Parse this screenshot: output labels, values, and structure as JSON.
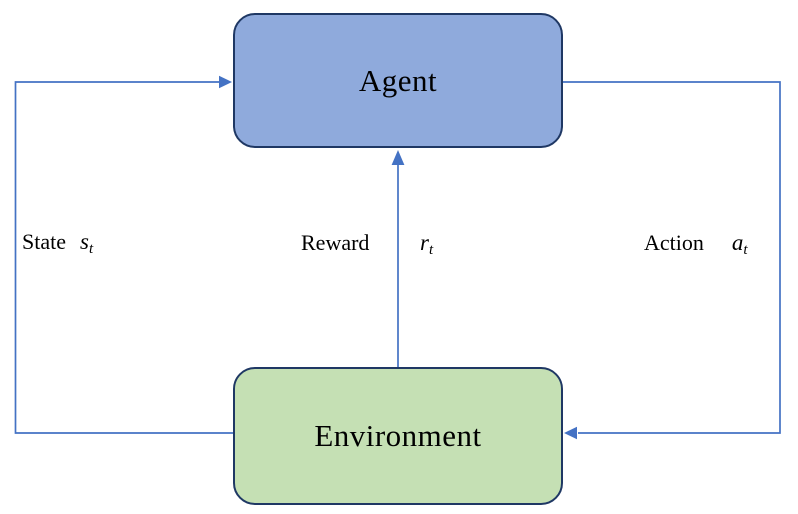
{
  "diagram": {
    "title": "agent-environment reinforcement learning loop",
    "nodes": {
      "agent": {
        "label": "Agent"
      },
      "environment": {
        "label": "Environment"
      }
    },
    "edges": {
      "state": {
        "label": "State",
        "symbol": "s",
        "subscript": "t",
        "from": "environment",
        "to": "agent"
      },
      "reward": {
        "label": "Reward",
        "symbol": "r",
        "subscript": "t",
        "from": "environment",
        "to": "agent"
      },
      "action": {
        "label": "Action",
        "symbol": "a",
        "subscript": "t",
        "from": "agent",
        "to": "environment"
      }
    },
    "colors": {
      "agent_fill": "#8faadc",
      "env_fill": "#c5e0b4",
      "node_border": "#1f3864",
      "line_color": "#4472c4"
    }
  }
}
